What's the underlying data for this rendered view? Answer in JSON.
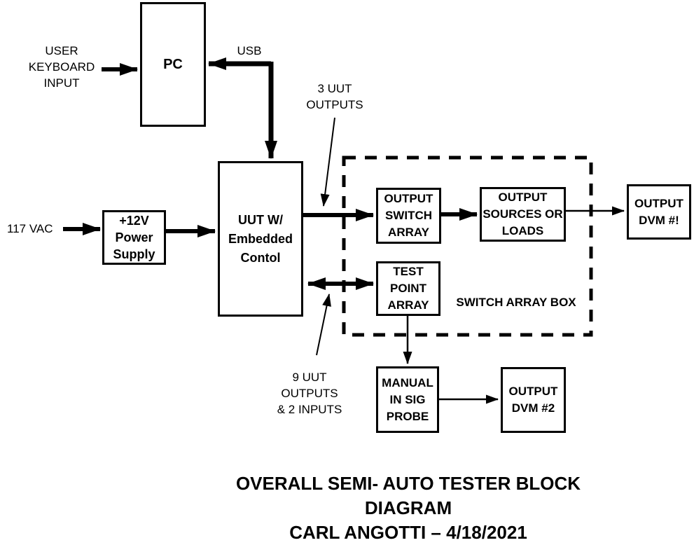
{
  "colors": {
    "ink": "#000000",
    "background": "#ffffff"
  },
  "diagram": {
    "nodes": {
      "pc": {
        "label": "PC"
      },
      "power_supply": {
        "label": "+12V\nPower\nSupply"
      },
      "uut": {
        "label": "UUT W/\nEmbedded\nContol"
      },
      "output_switch_array": {
        "label": "OUTPUT\nSWITCH\nARRAY"
      },
      "output_sources_or_loads": {
        "label": "OUTPUT\nSOURCES OR\nLOADS"
      },
      "output_dvm_1": {
        "label": "OUTPUT\nDVM #!"
      },
      "test_point_array": {
        "label": "TEST\nPOINT\nARRAY"
      },
      "manual_in_sig_probe": {
        "label": "MANUAL\nIN SIG\nPROBE"
      },
      "output_dvm_2": {
        "label": "OUTPUT\nDVM #2"
      }
    },
    "labels": {
      "user_keyboard_input": "USER\nKEYBOARD\nINPUT",
      "usb": "USB",
      "vac_117": "117 VAC",
      "three_uut_outputs": "3 UUT\nOUTPUTS",
      "switch_array_box": "SWITCH ARRAY BOX",
      "nine_uut_outputs": "9 UUT\nOUTPUTS\n& 2 INPUTS"
    },
    "title": "OVERALL SEMI- AUTO  TESTER BLOCK\nDIAGRAM\nCARL ANGOTTI – 4/18/2021"
  }
}
